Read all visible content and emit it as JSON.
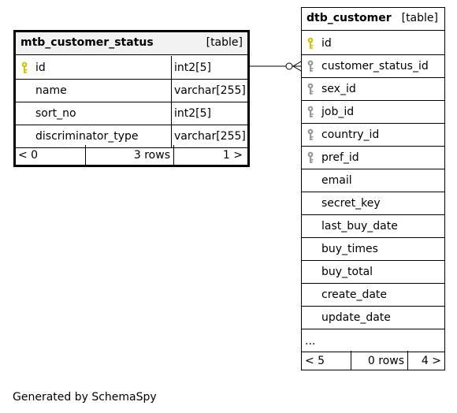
{
  "tables": {
    "status": {
      "name": "mtb_customer_status",
      "kind": "[table]",
      "columns": [
        {
          "name": "id",
          "type": "int2[5]",
          "key": "primary"
        },
        {
          "name": "name",
          "type": "varchar[255]",
          "key": "none"
        },
        {
          "name": "sort_no",
          "type": "int2[5]",
          "key": "none"
        },
        {
          "name": "discriminator_type",
          "type": "varchar[255]",
          "key": "none"
        }
      ],
      "footer": {
        "left": "< 0",
        "middle": "3 rows",
        "right": "1 >"
      }
    },
    "customer": {
      "name": "dtb_customer",
      "kind": "[table]",
      "columns": [
        {
          "name": "id",
          "key": "primary"
        },
        {
          "name": "customer_status_id",
          "key": "foreign"
        },
        {
          "name": "sex_id",
          "key": "foreign"
        },
        {
          "name": "job_id",
          "key": "foreign"
        },
        {
          "name": "country_id",
          "key": "foreign"
        },
        {
          "name": "pref_id",
          "key": "foreign"
        },
        {
          "name": "email",
          "key": "none"
        },
        {
          "name": "secret_key",
          "key": "none"
        },
        {
          "name": "last_buy_date",
          "key": "none"
        },
        {
          "name": "buy_times",
          "key": "none"
        },
        {
          "name": "buy_total",
          "key": "none"
        },
        {
          "name": "create_date",
          "key": "none"
        },
        {
          "name": "update_date",
          "key": "none"
        }
      ],
      "more": "...",
      "footer": {
        "left": "< 5",
        "middle": "0 rows",
        "right": "4 >"
      }
    }
  },
  "colors": {
    "primary_key": "#d4c40a",
    "foreign_key": "#9a9a9a",
    "header_bg": "#f2f2f2"
  },
  "relationship": {
    "from": "dtb_customer.customer_status_id",
    "to": "mtb_customer_status.id",
    "cardinality": "zero-or-many to one"
  },
  "caption": "Generated by SchemaSpy"
}
